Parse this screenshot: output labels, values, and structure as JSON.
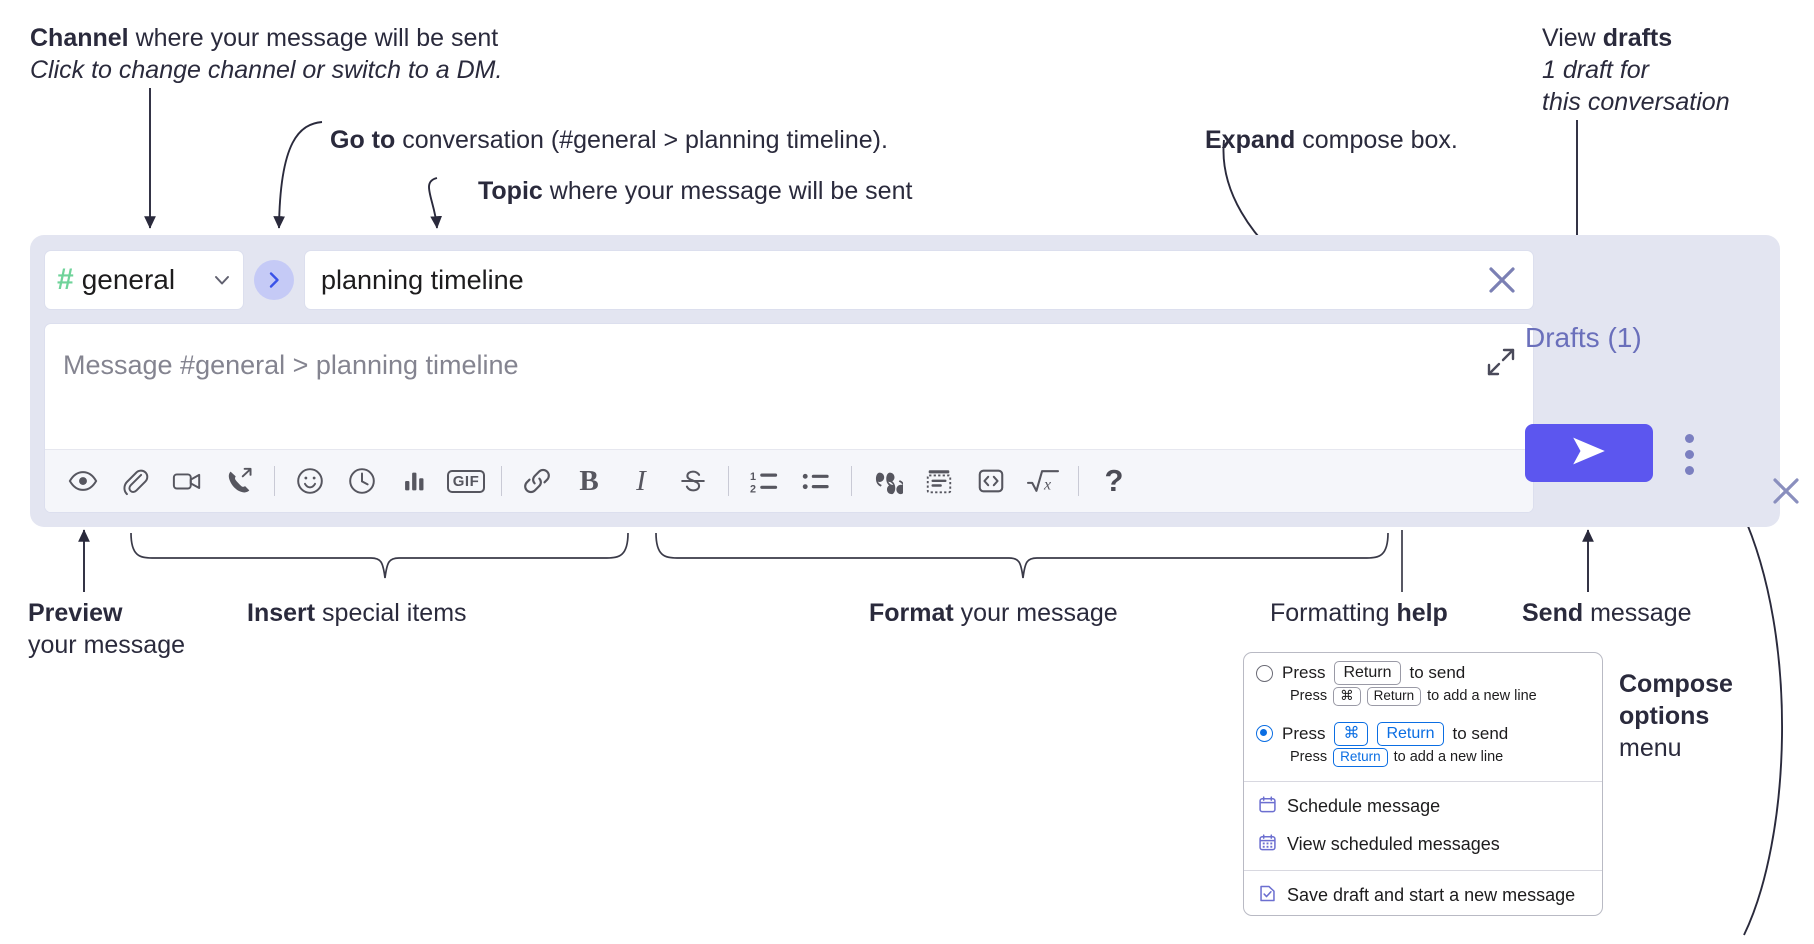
{
  "callouts": {
    "channel": {
      "bold": "Channel",
      "rest": " where your message will be sent",
      "italic": "Click to change channel or switch to a DM."
    },
    "goto": {
      "bold": "Go to",
      "rest": " conversation (#general > planning timeline)."
    },
    "topic": {
      "bold": "Topic",
      "rest": " where your message will be sent"
    },
    "expand": {
      "bold": "Expand",
      "rest": " compose box."
    },
    "drafts": {
      "rest": "View ",
      "bold": "drafts",
      "italic1": "1 draft for",
      "italic2": "this conversation"
    },
    "preview": {
      "bold": "Preview",
      "rest": "your message"
    },
    "insert": {
      "bold": "Insert",
      "rest": " special items"
    },
    "format": {
      "bold": "Format",
      "rest": " your message"
    },
    "formatting_help": {
      "rest": "Formatting ",
      "bold": "help"
    },
    "send": {
      "bold": "Send",
      "rest": " message"
    },
    "compose_options": {
      "bold1": "Compose",
      "bold2": "options",
      "rest": "menu"
    }
  },
  "compose": {
    "channel_name": "general",
    "channel_hash": "#",
    "topic_value": "planning timeline",
    "message_placeholder": "Message #general > planning timeline",
    "drafts_label": "Drafts (1)",
    "icons": {
      "goto": "chevron-right-icon",
      "clear": "close-icon",
      "expand": "expand-icon",
      "close": "close-icon",
      "send": "send-icon",
      "kebab": "more-options-icon"
    },
    "toolbar": [
      {
        "name": "preview-icon",
        "label": "Preview"
      },
      {
        "name": "attachment-icon",
        "label": "Attach file"
      },
      {
        "name": "video-icon",
        "label": "Record video clip"
      },
      {
        "name": "audio-call-icon",
        "label": "Record audio clip"
      },
      {
        "name": "separator",
        "label": ""
      },
      {
        "name": "emoji-icon",
        "label": "Emoji"
      },
      {
        "name": "clock-icon",
        "label": "Reminder"
      },
      {
        "name": "poll-icon",
        "label": "Poll"
      },
      {
        "name": "gif-icon",
        "label": "GIF"
      },
      {
        "name": "separator",
        "label": ""
      },
      {
        "name": "link-icon",
        "label": "Link"
      },
      {
        "name": "bold-icon",
        "label": "Bold"
      },
      {
        "name": "italic-icon",
        "label": "Italic"
      },
      {
        "name": "strikethrough-icon",
        "label": "Strikethrough"
      },
      {
        "name": "separator",
        "label": ""
      },
      {
        "name": "ordered-list-icon",
        "label": "Ordered list"
      },
      {
        "name": "bulleted-list-icon",
        "label": "Bulleted list"
      },
      {
        "name": "separator",
        "label": ""
      },
      {
        "name": "blockquote-icon",
        "label": "Blockquote"
      },
      {
        "name": "code-block-icon",
        "label": "Code block"
      },
      {
        "name": "code-icon",
        "label": "Code"
      },
      {
        "name": "math-icon",
        "label": "Math"
      },
      {
        "name": "separator",
        "label": ""
      },
      {
        "name": "help-icon",
        "label": "Formatting help"
      }
    ]
  },
  "options_menu": {
    "option1": {
      "selected": false,
      "pre": "Press",
      "key": "Return",
      "post": "to send",
      "sub_pre": "Press",
      "sub_key1": "⌘",
      "sub_key2": "Return",
      "sub_post": "to add a new line"
    },
    "option2": {
      "selected": true,
      "pre": "Press",
      "key1": "⌘",
      "key2": "Return",
      "post": "to send",
      "sub_pre": "Press",
      "sub_key": "Return",
      "sub_post": "to add a new line"
    },
    "items": [
      {
        "icon": "calendar-icon",
        "label": "Schedule message"
      },
      {
        "icon": "calendar-grid-icon",
        "label": "View scheduled messages"
      },
      {
        "icon": "save-draft-icon",
        "label": "Save draft and start a new message"
      }
    ]
  },
  "colors": {
    "compose_bg": "#e3e5f1",
    "send_purple": "#5c56ef",
    "drafts_purple": "#6a6fbb",
    "hash_green": "#6fd39a",
    "goto_bubble": "#c5caf6",
    "radio_blue": "#0b6ee3"
  }
}
